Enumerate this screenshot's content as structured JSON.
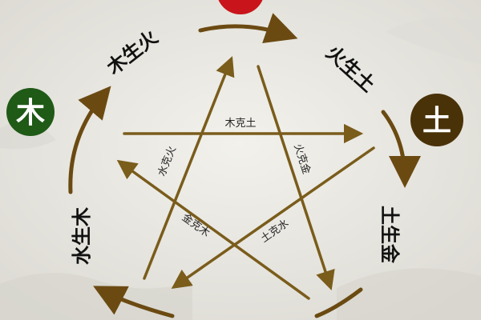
{
  "elements": {
    "wood": {
      "char": "木",
      "color": "#1f5a17"
    },
    "earth": {
      "char": "土",
      "color": "#4a3208"
    },
    "fire": {
      "color": "#c8141a"
    }
  },
  "generating_cycle": {
    "arrow_color": "#6b4a12",
    "labels": {
      "wood_fire": "木生火",
      "fire_earth": "火生土",
      "earth_metal": "土生金",
      "water_wood": "水生木"
    }
  },
  "overcoming_cycle": {
    "line_color": "#7a5c1b",
    "labels": {
      "wood_earth": "木克土",
      "fire_metal": "火克金",
      "earth_water": "土克水",
      "metal_wood": "金克木",
      "water_fire": "水克火"
    }
  }
}
